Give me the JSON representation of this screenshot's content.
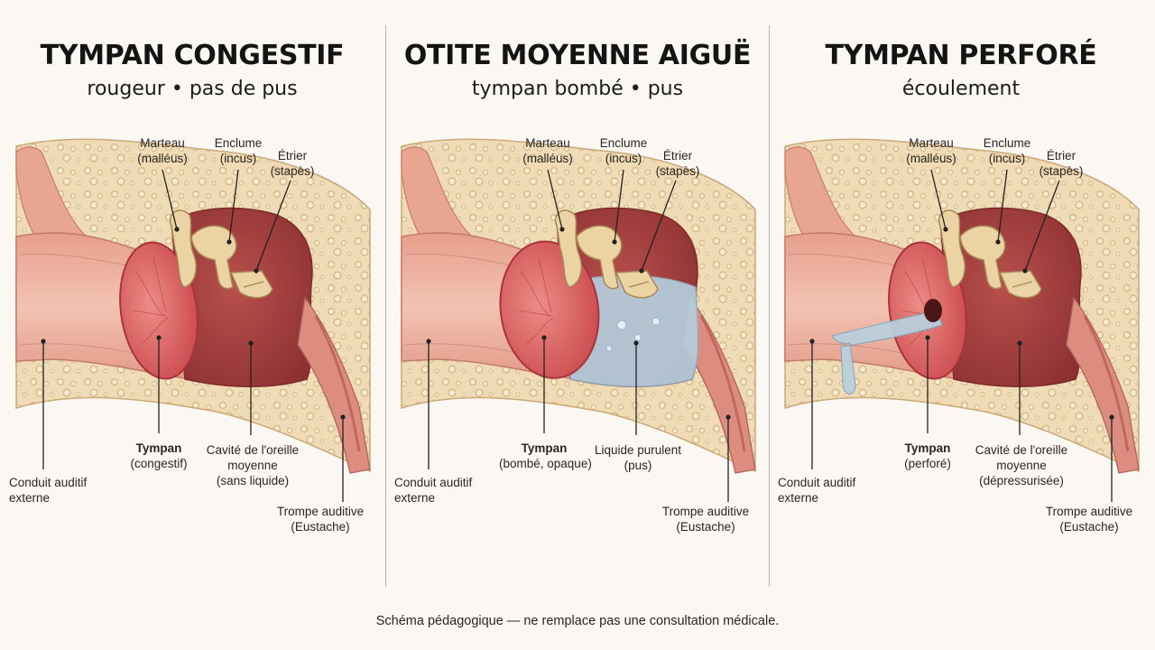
{
  "panels": [
    {
      "title": "TYMPAN CONGESTIF",
      "subtitle": "rougeur • pas de pus",
      "labels": {
        "hammer": [
          "Marteau",
          "(malléus)"
        ],
        "anvil": [
          "Enclume",
          "(incus)"
        ],
        "stirrup": [
          "Étrier",
          "(stapès)"
        ],
        "canal": [
          "Conduit auditif",
          "externe"
        ],
        "eardrum": [
          "Tympan",
          "(congestif)"
        ],
        "cavity": [
          "Cavité de l'oreille",
          "moyenne",
          "(sans liquide)"
        ],
        "tube": [
          "Trompe auditive",
          "(Eustache)"
        ]
      }
    },
    {
      "title": "OTITE MOYENNE AIGUË",
      "subtitle": "tympan bombé • pus",
      "labels": {
        "hammer": [
          "Marteau",
          "(malléus)"
        ],
        "anvil": [
          "Enclume",
          "(incus)"
        ],
        "stirrup": [
          "Étrier",
          "(stapès)"
        ],
        "canal": [
          "Conduit auditif",
          "externe"
        ],
        "eardrum": [
          "Tympan",
          "(bombé, opaque)"
        ],
        "cavity": [
          "Liquide purulent",
          "(pus)"
        ],
        "tube": [
          "Trompe auditive",
          "(Eustache)"
        ]
      }
    },
    {
      "title": "TYMPAN PERFORÉ",
      "subtitle": "écoulement",
      "labels": {
        "hammer": [
          "Marteau",
          "(malléus)"
        ],
        "anvil": [
          "Enclume",
          "(incus)"
        ],
        "stirrup": [
          "Étrier",
          "(stapès)"
        ],
        "canal": [
          "Conduit auditif",
          "externe"
        ],
        "eardrum": [
          "Tympan",
          "(perforé)"
        ],
        "cavity": [
          "Cavité de l'oreille",
          "moyenne",
          "(dépressurisée)"
        ],
        "tube": [
          "Trompe auditive",
          "(Eustache)"
        ]
      }
    }
  ],
  "disclaimer": "Schéma pédagogique — ne remplace pas une consultation médicale.",
  "colors": {
    "background": "#fbf8f3",
    "bone": "#efdcb6",
    "canal_skin": "#e9a796",
    "eardrum": "#d9595c",
    "cavity": "#a8403f",
    "ossicle": "#ecd3a4",
    "pus": "#b5cedd",
    "leader": "#222222"
  }
}
